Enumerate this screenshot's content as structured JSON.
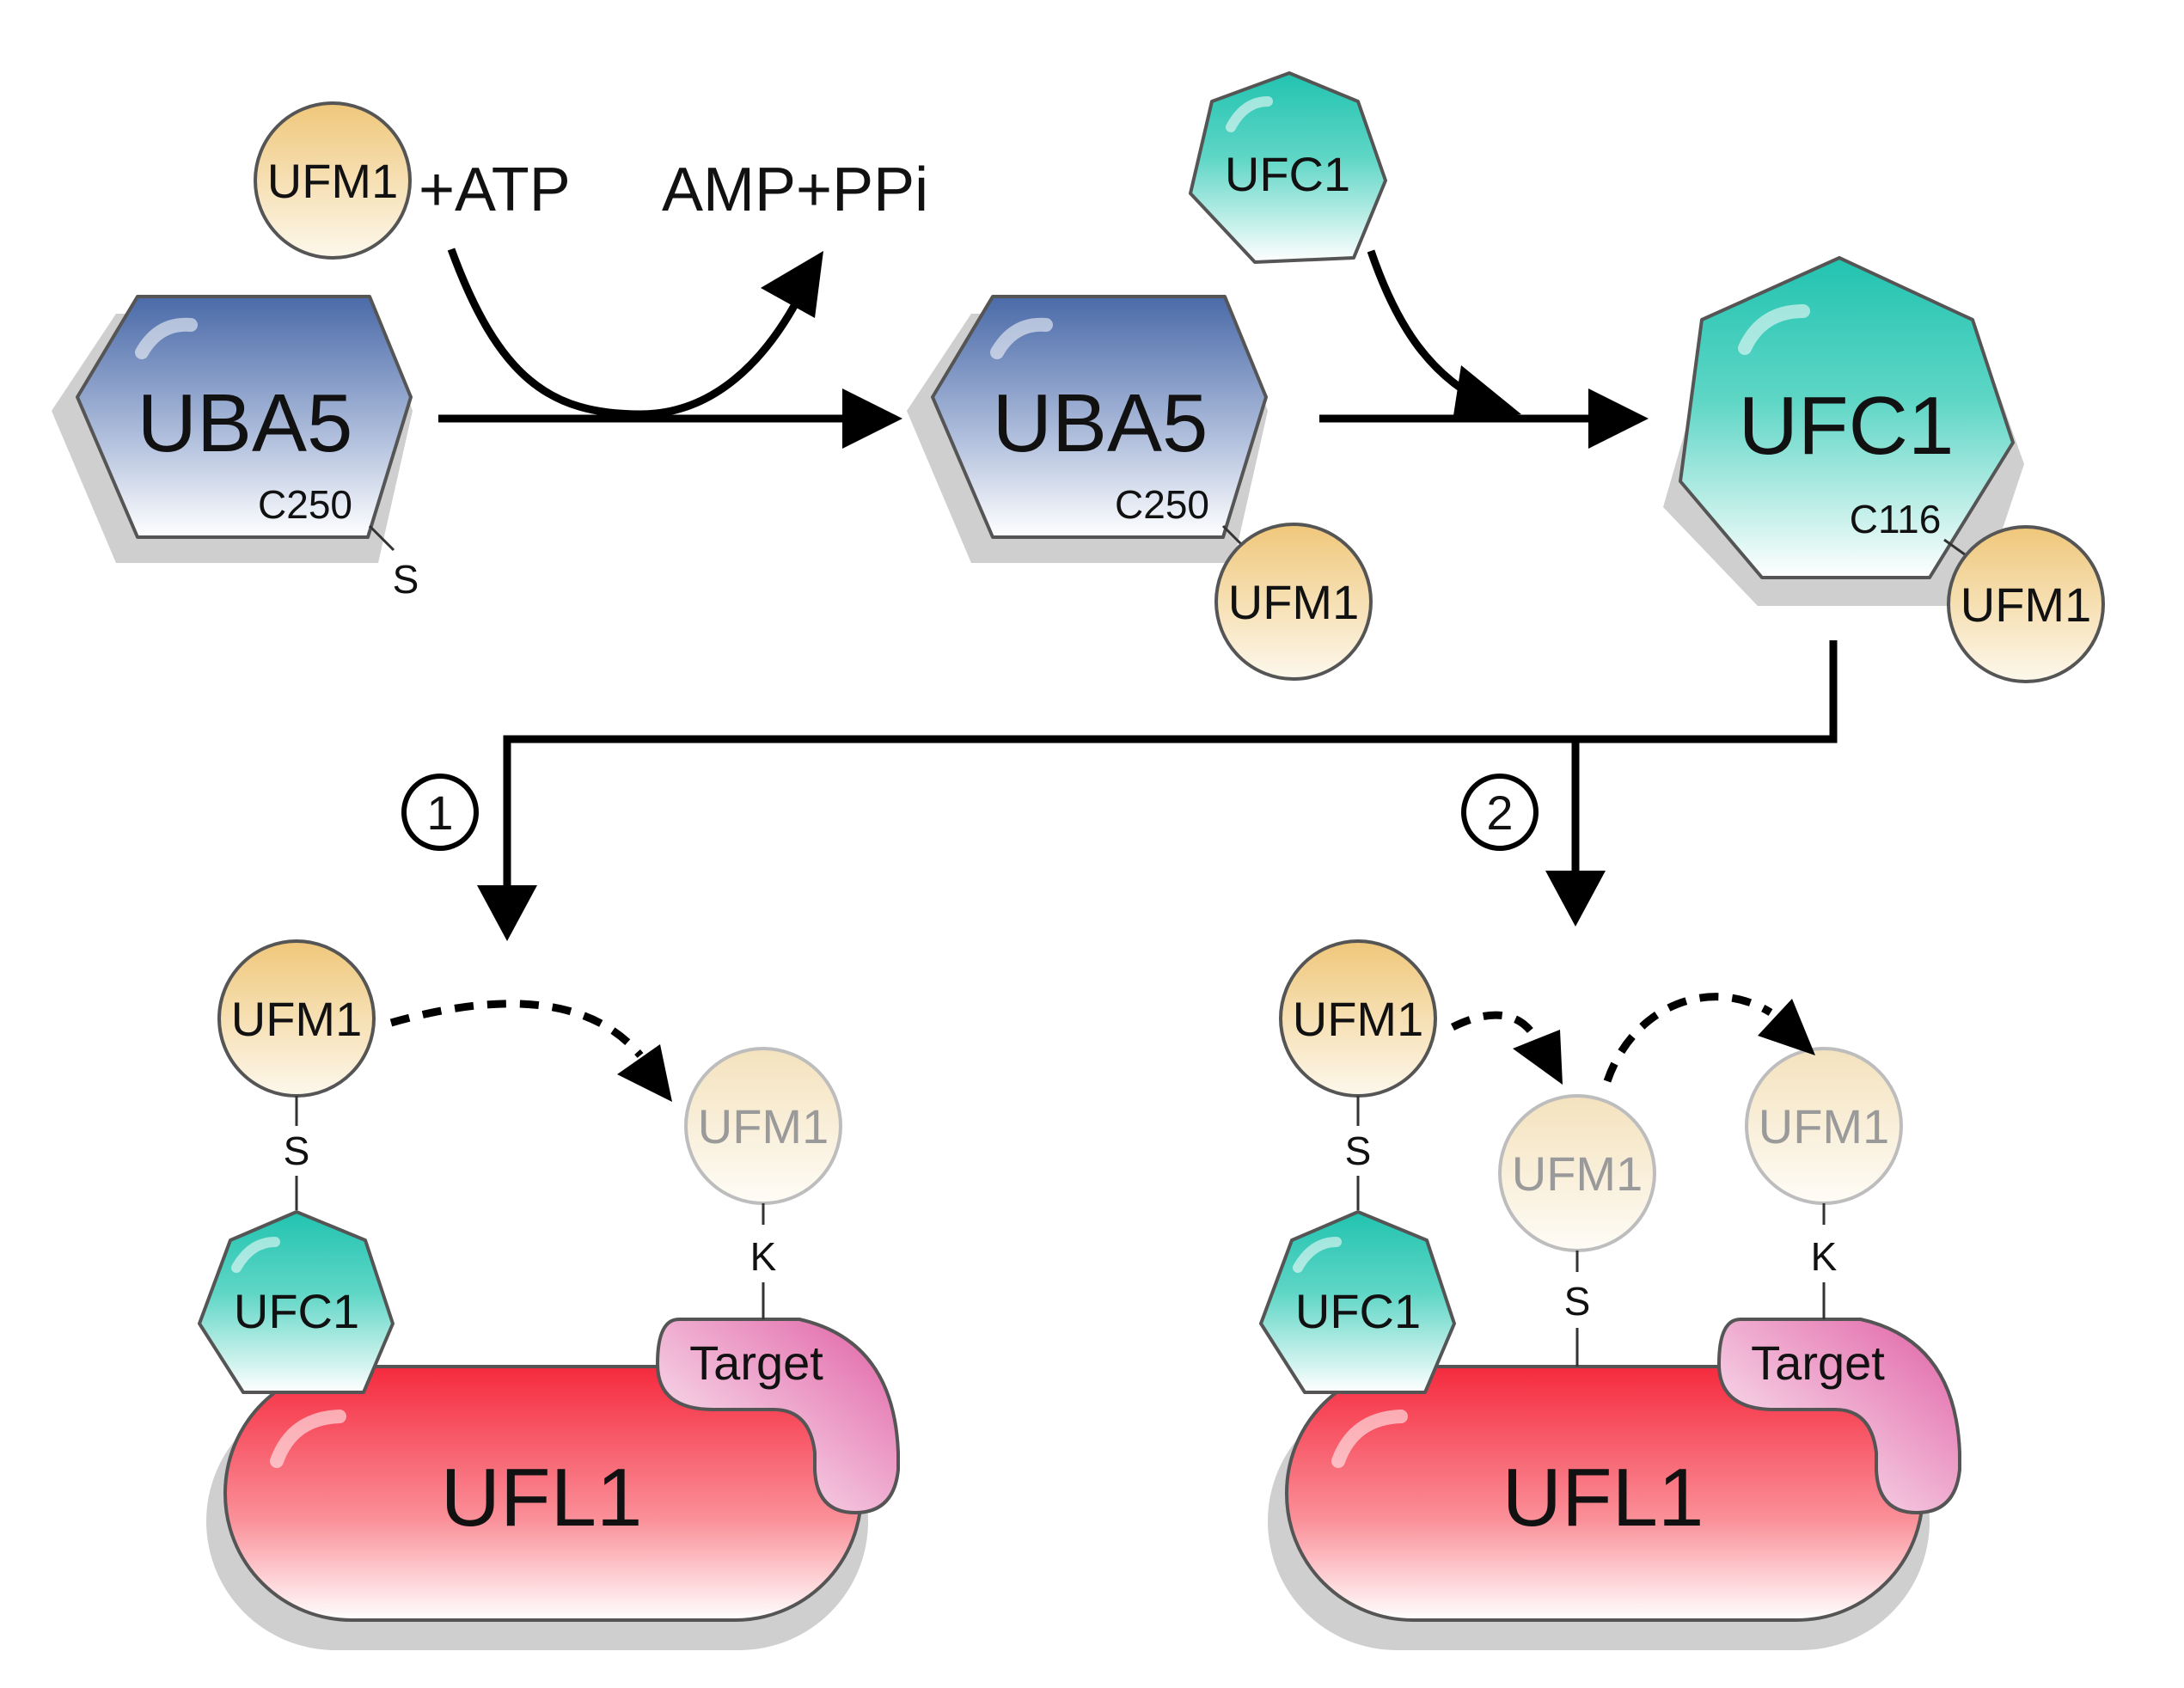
{
  "labels": {
    "uba5": "UBA5",
    "ufc1": "UFC1",
    "ufm1": "UFM1",
    "ufl1": "UFL1",
    "target": "Target",
    "atp": "+ATP",
    "amp_ppi": "AMP+PPi",
    "c250": "C250",
    "c116": "C116",
    "s": "S",
    "k": "K",
    "step1": "1",
    "step2": "2"
  },
  "colors": {
    "uba5_top": "#4a6aa8",
    "ufc1_top": "#22c3b0",
    "ufm1_top": "#efc77a",
    "ufl1_top": "#f52a3e",
    "target_top": "#e05fa4"
  }
}
